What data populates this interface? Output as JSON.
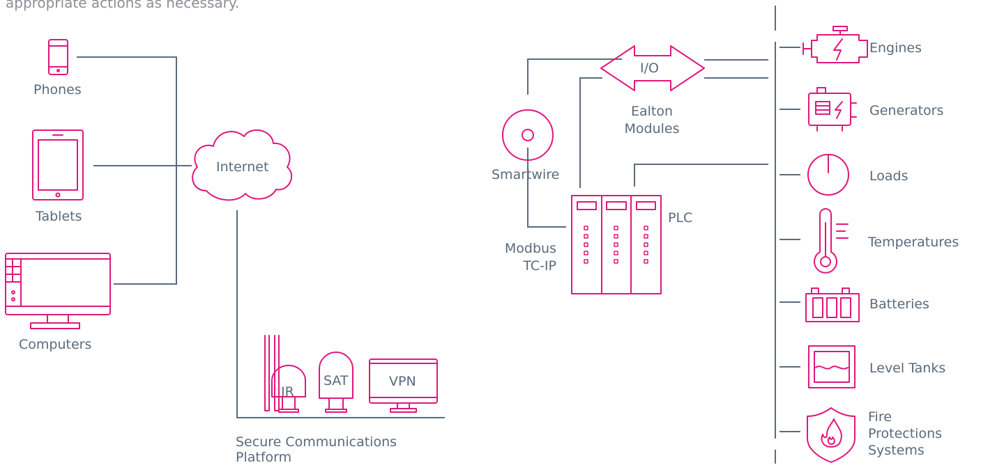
{
  "intro_text": "appropriate actions as necessary.",
  "devices": {
    "phones": "Phones",
    "tablets": "Tablets",
    "computers": "Computers"
  },
  "internet": "Internet",
  "secure_platform": {
    "ir": "IR",
    "sat": "SAT",
    "vpn": "VPN",
    "caption_line1": "Secure Communications",
    "caption_line2": "Platform"
  },
  "control": {
    "io": "I/O",
    "modules_line1": "Ealton",
    "modules_line2": "Modules",
    "smartwire": "Smartwire",
    "plc": "PLC",
    "modbus_line1": "Modbus",
    "modbus_line2": "TC-IP"
  },
  "equipment": {
    "engines": "Engines",
    "generators": "Generators",
    "loads": "Loads",
    "temperatures": "Temperatures",
    "batteries": "Batteries",
    "level_tanks": "Level Tanks",
    "fire_line1": "Fire",
    "fire_line2": "Protections",
    "fire_line3": "Systems"
  },
  "colors": {
    "accent": "#e0177c",
    "line": "#5b6b7d",
    "text": "#5a6a7c"
  }
}
